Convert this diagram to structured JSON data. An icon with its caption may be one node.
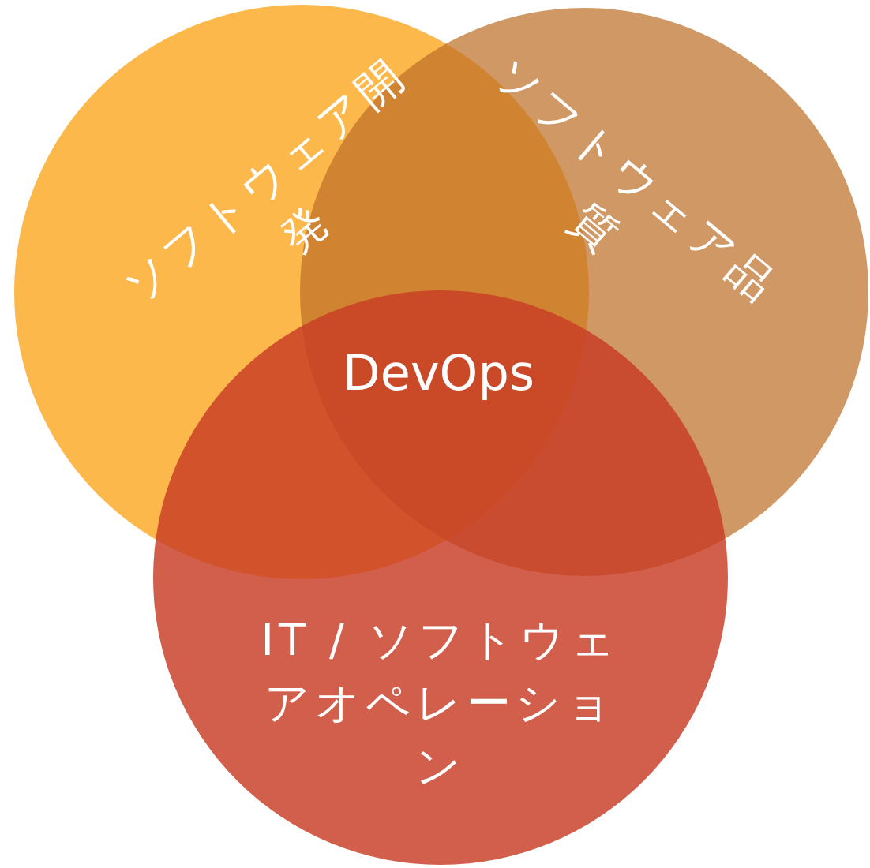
{
  "diagram": {
    "nodes": [
      {
        "text": [
          "ソフトウェア開発"
        ]
      },
      {
        "text": [
          "ソフトウェア品質"
        ]
      },
      {
        "text": [
          "IT / ソフトウェアオペレーション"
        ]
      },
      {
        "text": [
          "DevOps"
        ]
      }
    ]
  }
}
